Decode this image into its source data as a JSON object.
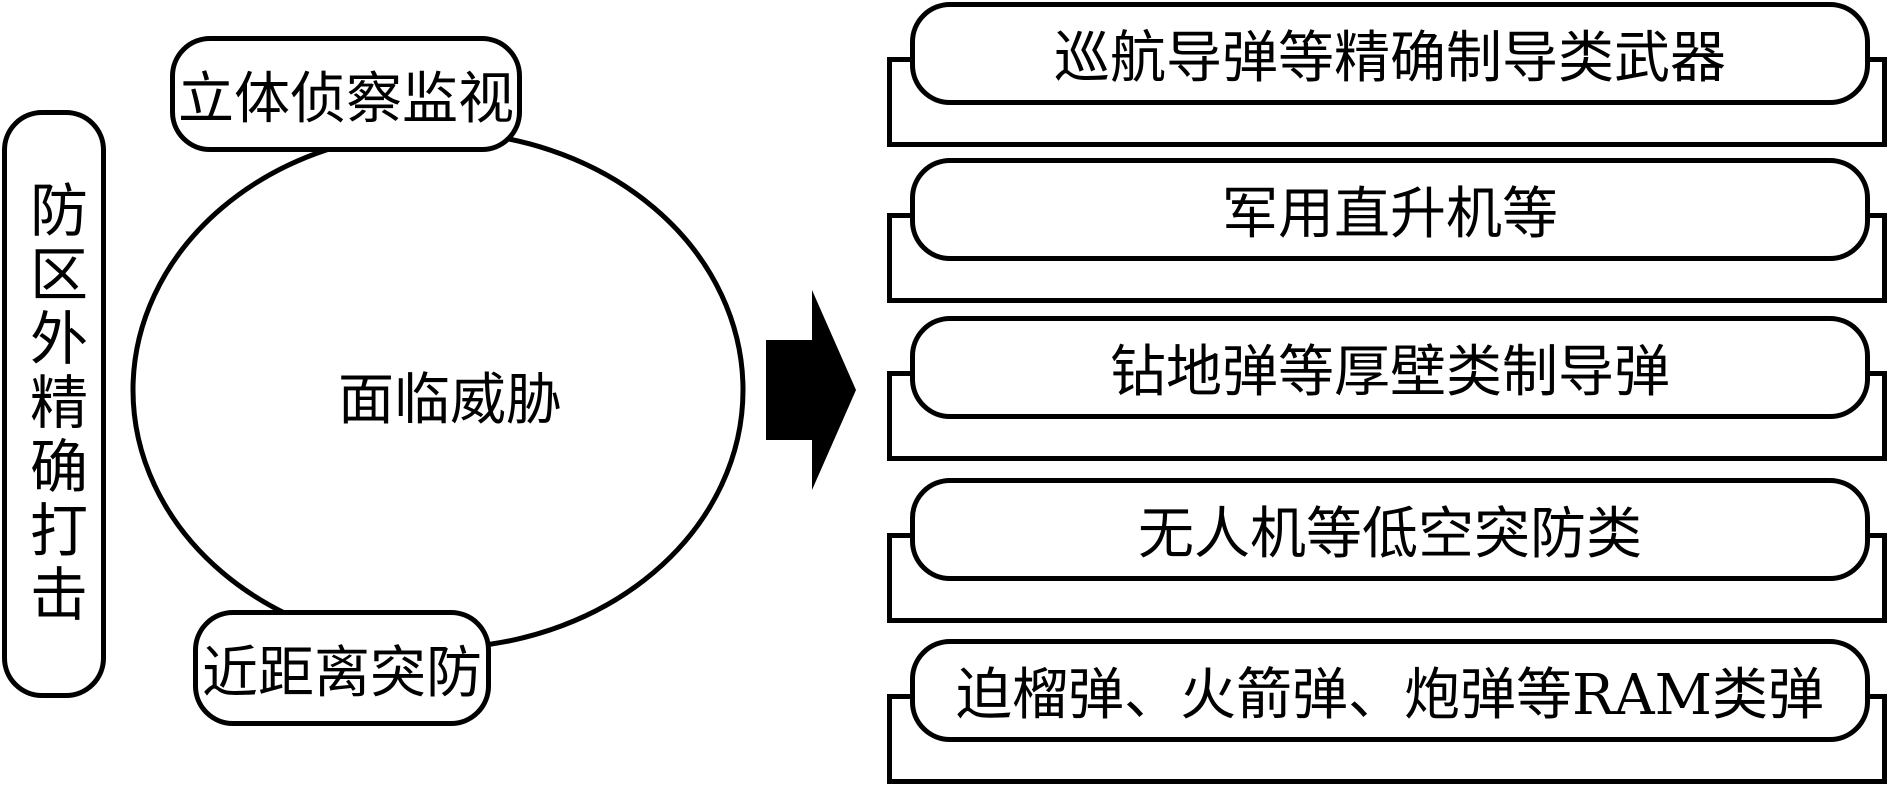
{
  "left": {
    "side_label": "防区外精确打击",
    "top_label": "立体侦察监视",
    "bottom_label": "近距离突防",
    "center_label": "面临威胁"
  },
  "arrow": {
    "icon": "right-arrow-icon",
    "color": "#000000"
  },
  "threats": [
    {
      "label": "巡航导弹等精确制导类武器"
    },
    {
      "label": "军用直升机等"
    },
    {
      "label": "钻地弹等厚壁类制导弹"
    },
    {
      "label": "无人机等低空突防类"
    },
    {
      "label": "迫榴弹、火箭弹、炮弹等RAM类弹"
    }
  ],
  "colors": {
    "stroke": "#000000",
    "background": "#ffffff"
  }
}
